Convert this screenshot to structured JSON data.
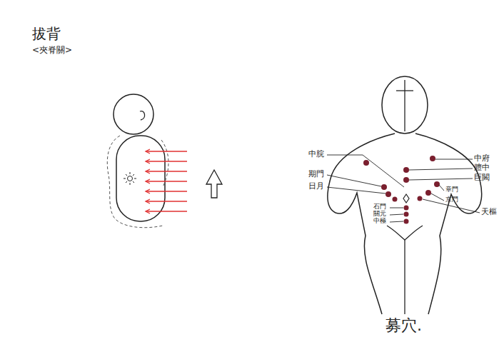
{
  "diagram": {
    "title": "拔背",
    "caption": "募穴.",
    "labels": [
      "<夾脊關>",
      "中脘",
      "期門",
      "日月",
      "石門",
      "關元",
      "中極",
      "中府",
      "膻中",
      "巨闕",
      "章門",
      "京門",
      "天樞"
    ]
  }
}
